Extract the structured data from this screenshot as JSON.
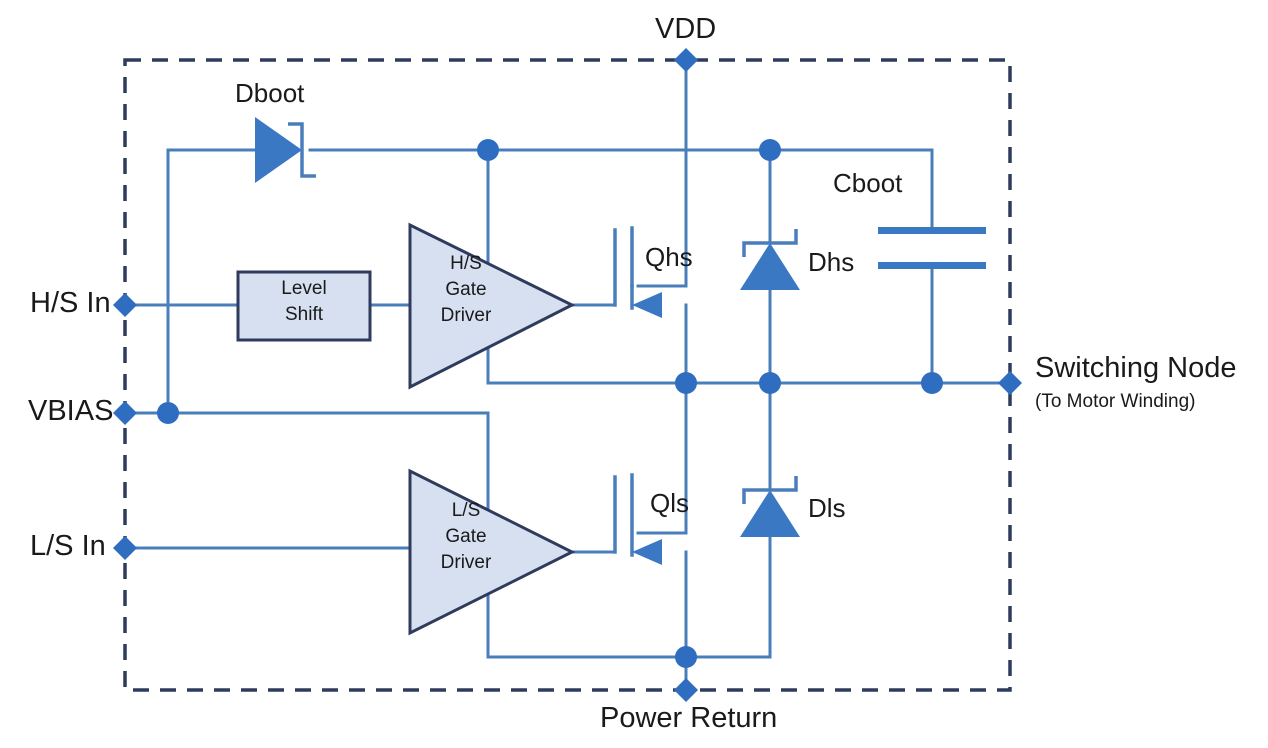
{
  "diagram": {
    "title_text": "",
    "colors": {
      "wire": "#4A7EBB",
      "wire_light": "#6C9BD2",
      "node_fill": "#2E6DC0",
      "boundary": "#2F3B5C",
      "block_fill": "#D6E0F0",
      "block_stroke": "#2F3B5C",
      "diode_fill": "#3B78C3",
      "text": "#1a1a1a"
    },
    "boundary": {
      "name": "ic-boundary",
      "style": "dashed"
    },
    "terminals": [
      {
        "id": "vdd",
        "label": "VDD",
        "position": "top"
      },
      {
        "id": "hs-in",
        "label": "H/S In",
        "position": "left"
      },
      {
        "id": "vbias",
        "label": "VBIAS",
        "position": "left"
      },
      {
        "id": "ls-in",
        "label": "L/S In",
        "position": "left"
      },
      {
        "id": "switching-node",
        "label": "Switching Node",
        "sublabel": "(To Motor  Winding)",
        "position": "right"
      },
      {
        "id": "power-return",
        "label": "Power Return",
        "position": "bottom"
      }
    ],
    "components": [
      {
        "id": "dboot",
        "label": "Dboot",
        "type": "zener-diode",
        "orientation": "right"
      },
      {
        "id": "cboot",
        "label": "Cboot",
        "type": "capacitor",
        "orientation": "vertical"
      },
      {
        "id": "dhs",
        "label": "Dhs",
        "type": "zener-diode",
        "orientation": "up"
      },
      {
        "id": "dls",
        "label": "Dls",
        "type": "zener-diode",
        "orientation": "up"
      },
      {
        "id": "qhs",
        "label": "Qhs",
        "type": "n-mosfet",
        "orientation": "left"
      },
      {
        "id": "qls",
        "label": "Qls",
        "type": "n-mosfet",
        "orientation": "left"
      },
      {
        "id": "level-shift",
        "label": "Level\nShift",
        "type": "block",
        "line1": "Level",
        "line2": "Shift"
      },
      {
        "id": "hs-gate-driver",
        "label": "H/S Gate Driver",
        "type": "buffer-triangle",
        "line1": "H/S",
        "line2": "Gate",
        "line3": "Driver"
      },
      {
        "id": "ls-gate-driver",
        "label": "L/S Gate Driver",
        "type": "buffer-triangle",
        "line1": "L/S",
        "line2": "Gate",
        "line3": "Driver"
      }
    ],
    "labels": {
      "vdd": "VDD",
      "dboot": "Dboot",
      "cboot": "Cboot",
      "dhs": "Dhs",
      "dls": "Dls",
      "qhs": "Qhs",
      "qls": "Qls",
      "hs_in": "H/S In",
      "vbias": "VBIAS",
      "ls_in": "L/S In",
      "switching_node": "Switching Node",
      "switching_node_sub": "(To Motor  Winding)",
      "power_return": "Power Return",
      "level_shift_l1": "Level",
      "level_shift_l2": "Shift",
      "hs_driver_l1": "H/S",
      "hs_driver_l2": "Gate",
      "hs_driver_l3": "Driver",
      "ls_driver_l1": "L/S",
      "ls_driver_l2": "Gate",
      "ls_driver_l3": "Driver"
    }
  }
}
